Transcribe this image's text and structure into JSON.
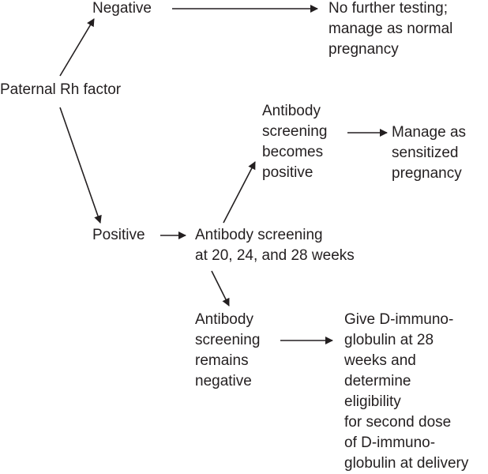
{
  "nodes": {
    "paternal": {
      "lines": [
        "Paternal Rh factor"
      ]
    },
    "negative": {
      "lines": [
        "Negative"
      ]
    },
    "no_further": {
      "lines": [
        "No further testing;",
        "manage as normal",
        "pregnancy"
      ]
    },
    "positive": {
      "lines": [
        "Positive"
      ]
    },
    "screening": {
      "lines": [
        "Antibody screening",
        "at 20, 24, and 28 weeks"
      ]
    },
    "becomes_positive": {
      "lines": [
        "Antibody",
        "screening",
        "becomes",
        "positive"
      ]
    },
    "sensitized": {
      "lines": [
        "Manage as",
        "sensitized",
        "pregnancy"
      ]
    },
    "remains_negative": {
      "lines": [
        "Antibody",
        "screening",
        "remains",
        "negative"
      ]
    },
    "give_d": {
      "lines": [
        "Give D-immuno-",
        "globulin at 28",
        "weeks and",
        "determine",
        "eligibility",
        "for second dose",
        "of D-immuno-",
        "globulin at delivery"
      ]
    }
  },
  "colors": {
    "ink": "#231f20",
    "background": "#ffffff"
  }
}
